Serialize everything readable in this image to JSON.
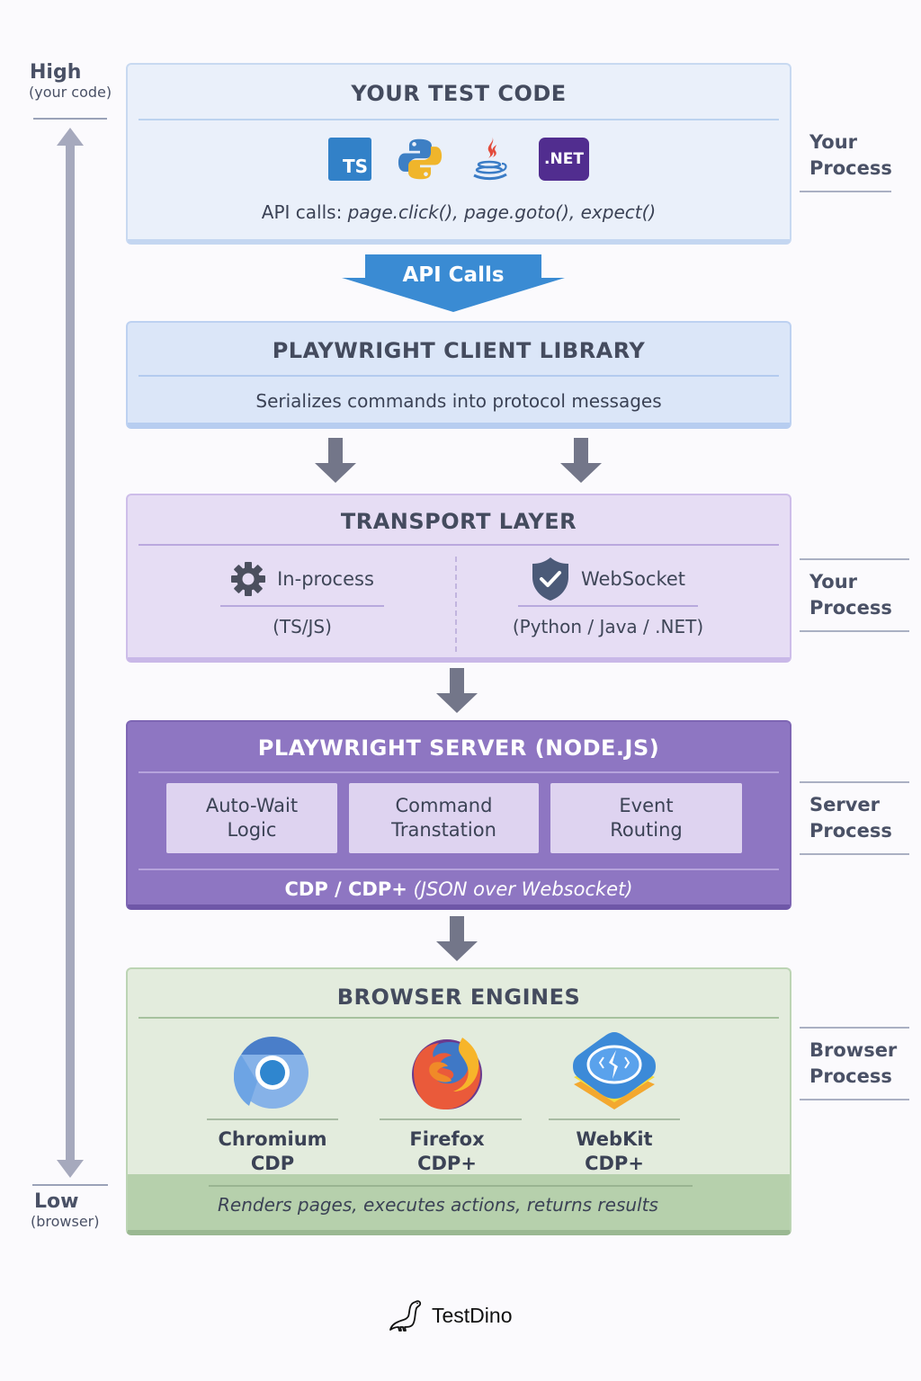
{
  "axis": {
    "top_label": "High",
    "top_sub": "(your code)",
    "bottom_label": "Low",
    "bottom_sub": "(browser)"
  },
  "process_labels": [
    {
      "line1": "Your",
      "line2": "Process"
    },
    {
      "line1": "Your",
      "line2": "Process"
    },
    {
      "line1": "Server",
      "line2": "Process"
    },
    {
      "line1": "Browser",
      "line2": "Process"
    }
  ],
  "layers": {
    "test_code": {
      "title": "YOUR TEST CODE",
      "languages": [
        {
          "icon": "typescript-icon",
          "label": "TS"
        },
        {
          "icon": "python-icon",
          "label": ""
        },
        {
          "icon": "java-icon",
          "label": ""
        },
        {
          "icon": "dotnet-icon",
          "label": ".NET"
        }
      ],
      "api_prefix": "API calls: ",
      "api_calls": "page.click(), page.goto(), expect()"
    },
    "api_arrow_label": "API Calls",
    "client_library": {
      "title": "PLAYWRIGHT CLIENT LIBRARY",
      "description": "Serializes commands into protocol messages"
    },
    "transport": {
      "title": "TRANSPORT LAYER",
      "modes": [
        {
          "icon": "gear-icon",
          "label": "In-process",
          "sub": "(TS/JS)"
        },
        {
          "icon": "shield-check-icon",
          "label": "WebSocket",
          "sub": "(Python / Java / .NET)"
        }
      ]
    },
    "server": {
      "title": "PLAYWRIGHT SERVER (NODE.JS)",
      "components": [
        {
          "line1": "Auto-Wait",
          "line2": "Logic"
        },
        {
          "line1": "Command",
          "line2": "Transtation"
        },
        {
          "line1": "Event",
          "line2": "Routing"
        }
      ],
      "protocol_bold": "CDP / CDP+",
      "protocol_rest": " (JSON over Websocket)"
    },
    "browsers": {
      "title": "BROWSER ENGINES",
      "engines": [
        {
          "icon": "chromium-icon",
          "name": "Chromium",
          "protocol": "CDP"
        },
        {
          "icon": "firefox-icon",
          "name": "Firefox",
          "protocol": "CDP+"
        },
        {
          "icon": "webkit-icon",
          "name": "WebKit",
          "protocol": "CDP+"
        }
      ],
      "footer": "Renders pages, executes actions, returns results"
    }
  },
  "brand": {
    "name": "TestDino",
    "icon": "dino-icon"
  },
  "colors": {
    "api_arrow": "#3a8bd3",
    "flow_arrow": "#737689",
    "server_bg": "#8e76c2",
    "transport_bg": "#e6ddf4",
    "client_bg": "#dbe6f8",
    "browser_bg": "#e3ecdd"
  }
}
